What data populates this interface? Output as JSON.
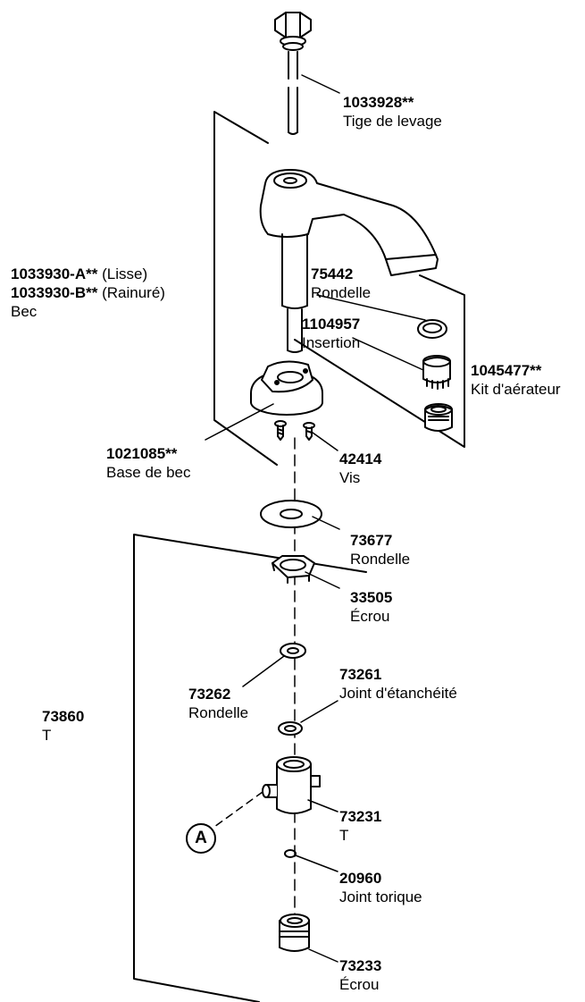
{
  "parts": {
    "lift_rod": {
      "number": "1033928**",
      "name": "Tige de levage"
    },
    "spout": {
      "number_a": "1033930-A**",
      "variant_a": "(Lisse)",
      "number_b": "1033930-B**",
      "variant_b": "(Rainuré)",
      "name": "Bec"
    },
    "washer_75442": {
      "number": "75442",
      "name": "Rondelle"
    },
    "insert": {
      "number": "1104957",
      "name": "Insertion"
    },
    "aerator_kit": {
      "number": "1045477**",
      "name": "Kit d'aérateur"
    },
    "spout_base": {
      "number": "1021085**",
      "name": "Base de bec"
    },
    "screw": {
      "number": "42414",
      "name": "Vis"
    },
    "washer_73677": {
      "number": "73677",
      "name": "Rondelle"
    },
    "nut_33505": {
      "number": "33505",
      "name": "Écrou"
    },
    "washer_73262": {
      "number": "73262",
      "name": "Rondelle"
    },
    "gasket_73261": {
      "number": "73261",
      "name": "Joint d'étanchéité"
    },
    "tee_73860": {
      "number": "73860",
      "name": "T"
    },
    "tee_73231": {
      "number": "73231",
      "name": "T"
    },
    "oring_20960": {
      "number": "20960",
      "name": "Joint torique"
    },
    "nut_73233": {
      "number": "73233",
      "name": "Écrou"
    }
  },
  "callout": {
    "letter": "A"
  }
}
